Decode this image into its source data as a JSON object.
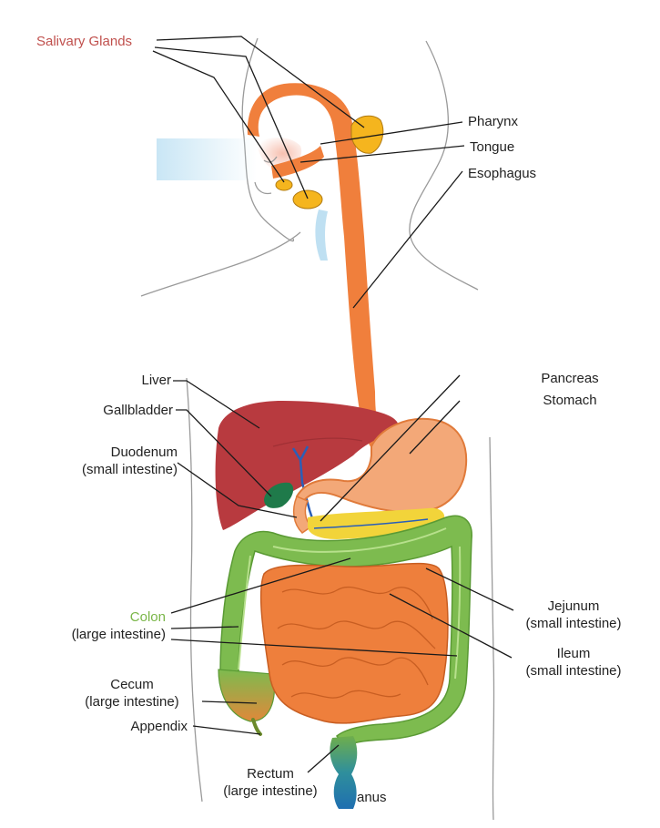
{
  "labels": {
    "salivary_glands": "Salivary Glands",
    "pharynx": "Pharynx",
    "tongue": "Tongue",
    "esophagus": "Esophagus",
    "pancreas": "Pancreas",
    "stomach": "Stomach",
    "liver": "Liver",
    "gallbladder": "Gallbladder",
    "duodenum": "Duodenum",
    "duodenum_sub": "(small intestine)",
    "colon": "Colon",
    "colon_sub": "(large intestine)",
    "jejunum": "Jejunum",
    "jejunum_sub": "(small intestine)",
    "ileum": "Ileum",
    "ileum_sub": "(small intestine)",
    "cecum": "Cecum",
    "cecum_sub": "(large intestine)",
    "appendix": "Appendix",
    "rectum": "Rectum",
    "rectum_sub": "(large intestine)",
    "anus": "anus"
  },
  "colors": {
    "salivary_label": "#c0504d",
    "colon_label": "#7ab648",
    "esophagus": "#f07f3c",
    "liver": "#b83a3f",
    "stomach": "#f3a878",
    "gallbladder": "#1f7a4a",
    "pancreas": "#f2d43a",
    "colon": "#7dbb4f",
    "small_intestine": "#ee7f3c",
    "rectum": "#2e8fa6",
    "salivary_gland": "#f5b51e"
  }
}
